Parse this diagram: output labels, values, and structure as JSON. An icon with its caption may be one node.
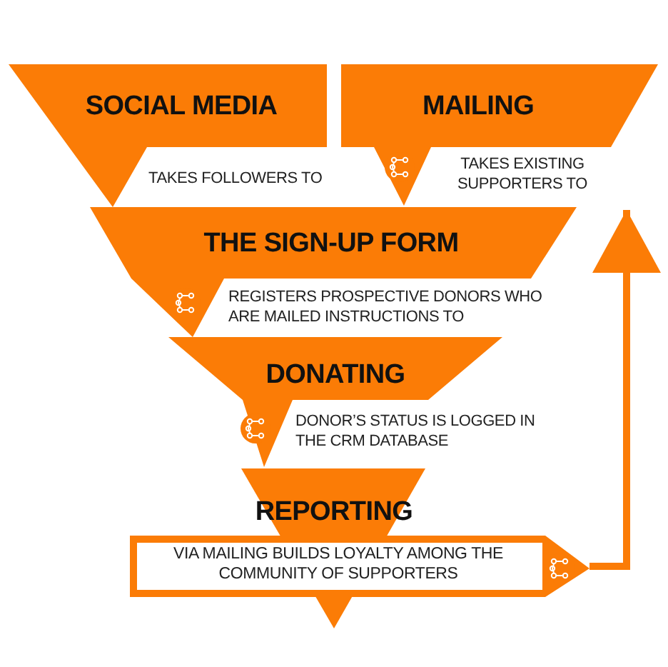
{
  "diagram": {
    "nodes": [
      {
        "text": [
          "SOCIAL MEDIA"
        ],
        "beside": [
          "TAKES FOLLOWERS TO"
        ]
      },
      {
        "text": [
          "MAILING"
        ],
        "beside": [
          "TAKES EXISTING SUPPORTERS TO"
        ]
      },
      {
        "text": [
          "THE SIGN-UP FORM"
        ],
        "beside": [
          "REGISTERS PROSPECTIVE DONORS WHO ARE MAILED INSTRUCTIONS TO"
        ]
      },
      {
        "text": [
          "DONATING"
        ],
        "beside": [
          "DONOR’S STATUS IS LOGGED IN THE CRM DATABASE"
        ]
      },
      {
        "text": [
          "REPORTING"
        ]
      },
      {
        "text": [
          "VIA MAILING BUILDS LOYALTY AMONG THE COMMUNITY OF SUPPORTERS"
        ]
      }
    ],
    "edges": [
      {
        "from": 5,
        "to": 1,
        "arrow": "to"
      }
    ]
  }
}
